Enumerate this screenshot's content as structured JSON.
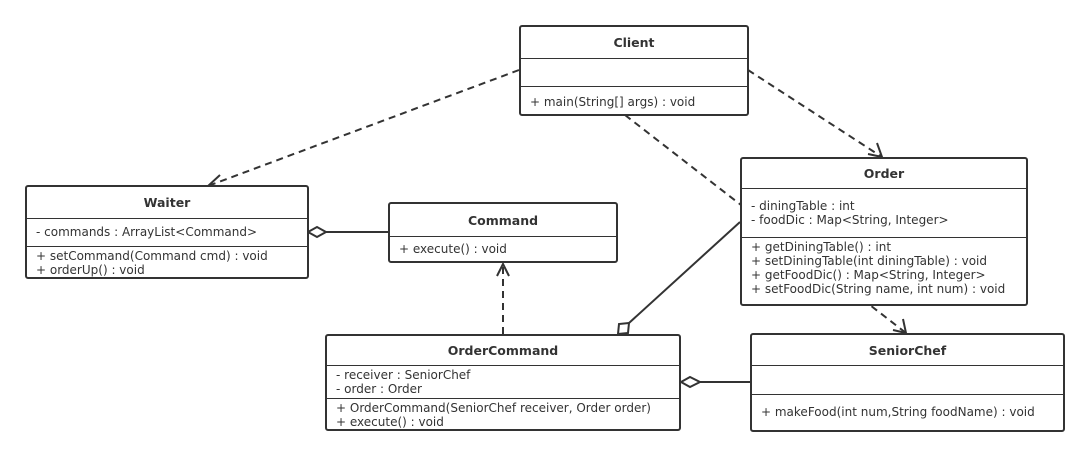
{
  "classes": {
    "client": {
      "name": "Client",
      "attributes": [],
      "methods": [
        "+ main(String[] args) : void"
      ]
    },
    "waiter": {
      "name": "Waiter",
      "attributes": [
        "- commands :  ArrayList<Command>"
      ],
      "methods": [
        "+ setCommand(Command cmd) : void",
        "+ orderUp() : void"
      ]
    },
    "command": {
      "name": "Command",
      "methods": [
        "+ execute() : void"
      ]
    },
    "order": {
      "name": "Order",
      "attributes": [
        "- diningTable : int",
        "- foodDic :   Map<String, Integer>"
      ],
      "methods": [
        "+ getDiningTable() : int",
        "+ setDiningTable(int diningTable) : void",
        "+ getFoodDic() : Map<String, Integer>",
        "+ setFoodDic(String name, int num) : void"
      ]
    },
    "orderCommand": {
      "name": "OrderCommand",
      "attributes": [
        "- receiver : SeniorChef",
        "- order : Order"
      ],
      "methods": [
        "+ OrderCommand(SeniorChef receiver, Order order)",
        "+ execute() : void"
      ]
    },
    "seniorChef": {
      "name": "SeniorChef",
      "attributes": [],
      "methods": [
        "+ makeFood(int num,String foodName) : void"
      ]
    }
  },
  "relations": [
    {
      "from": "Client",
      "to": "Waiter",
      "type": "dependency"
    },
    {
      "from": "Client",
      "to": "Order",
      "type": "dependency"
    },
    {
      "from": "Client",
      "to": "SeniorChef",
      "type": "dependency"
    },
    {
      "from": "Waiter",
      "to": "Command",
      "type": "aggregation"
    },
    {
      "from": "OrderCommand",
      "to": "Command",
      "type": "realization"
    },
    {
      "from": "OrderCommand",
      "to": "Order",
      "type": "aggregation"
    },
    {
      "from": "OrderCommand",
      "to": "SeniorChef",
      "type": "aggregation"
    }
  ],
  "colors": {
    "line": "#333333",
    "background": "#ffffff"
  }
}
